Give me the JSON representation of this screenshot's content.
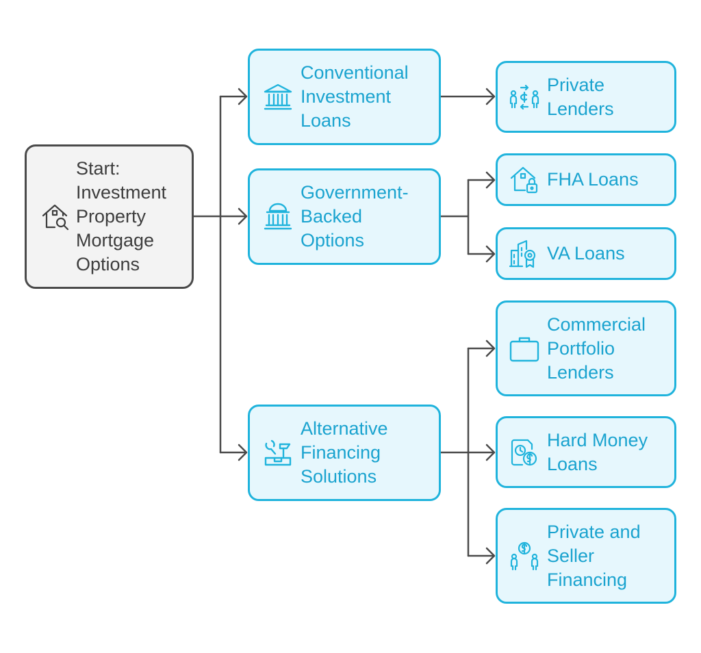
{
  "colors": {
    "accent": "#1fb3dc",
    "accent_fill": "#e6f7fd",
    "accent_text": "#1aa3cf",
    "start_border": "#4a4a4a",
    "start_fill": "#f3f3f3",
    "connector": "#4a4a4a"
  },
  "start": {
    "label": "Start:\nInvestment\nProperty\nMortgage\nOptions",
    "icon": "house-search-icon"
  },
  "categories": [
    {
      "id": "conventional",
      "label": "Conventional\nInvestment\nLoans",
      "icon": "bank-icon"
    },
    {
      "id": "government",
      "label": "Government-\nBacked\nOptions",
      "icon": "government-building-icon"
    },
    {
      "id": "alternative",
      "label": "Alternative\nFinancing\nSolutions",
      "icon": "tools-icon"
    }
  ],
  "options": [
    {
      "id": "private-lenders",
      "parent": "conventional",
      "label": "Private\nLenders",
      "icon": "money-exchange-icon"
    },
    {
      "id": "fha-loans",
      "parent": "government",
      "label": "FHA Loans",
      "icon": "house-lock-icon"
    },
    {
      "id": "va-loans",
      "parent": "government",
      "label": "VA Loans",
      "icon": "building-badge-icon"
    },
    {
      "id": "commercial-portfolio",
      "parent": "alternative",
      "label": "Commercial\nPortfolio\nLenders",
      "icon": "briefcase-icon"
    },
    {
      "id": "hard-money",
      "parent": "alternative",
      "label": "Hard Money\nLoans",
      "icon": "money-clock-icon"
    },
    {
      "id": "private-seller",
      "parent": "alternative",
      "label": "Private and\nSeller\nFinancing",
      "icon": "people-money-icon"
    }
  ]
}
